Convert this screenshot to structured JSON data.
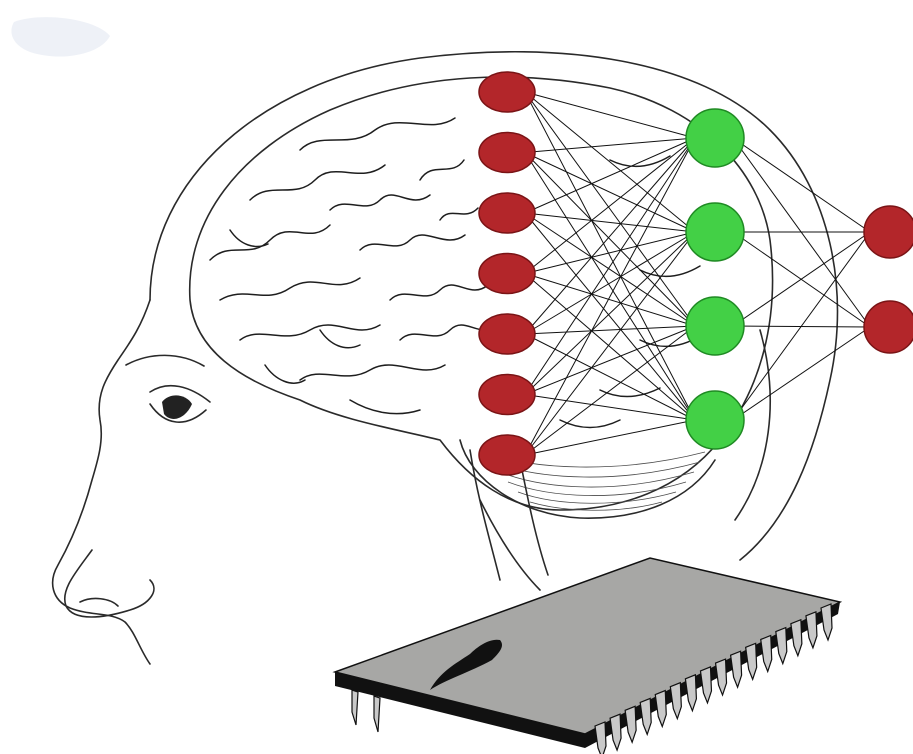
{
  "colors": {
    "input_node": "#b3262a",
    "input_node_stroke": "#7a1416",
    "hidden_node": "#43d046",
    "hidden_node_stroke": "#1f8a23",
    "output_node": "#b3262a",
    "edge": "#111111",
    "chip_top": "#a7a7a5",
    "chip_side": "#111111"
  },
  "network": {
    "layers": [
      {
        "name": "input",
        "count": 7
      },
      {
        "name": "hidden",
        "count": 4
      },
      {
        "name": "output",
        "count": 2
      }
    ],
    "fully_connected": true
  },
  "illustration": {
    "head": "profile-sketch",
    "brain": "line-drawing",
    "chip": "integrated-circuit",
    "chip_pins_per_side": 16
  }
}
